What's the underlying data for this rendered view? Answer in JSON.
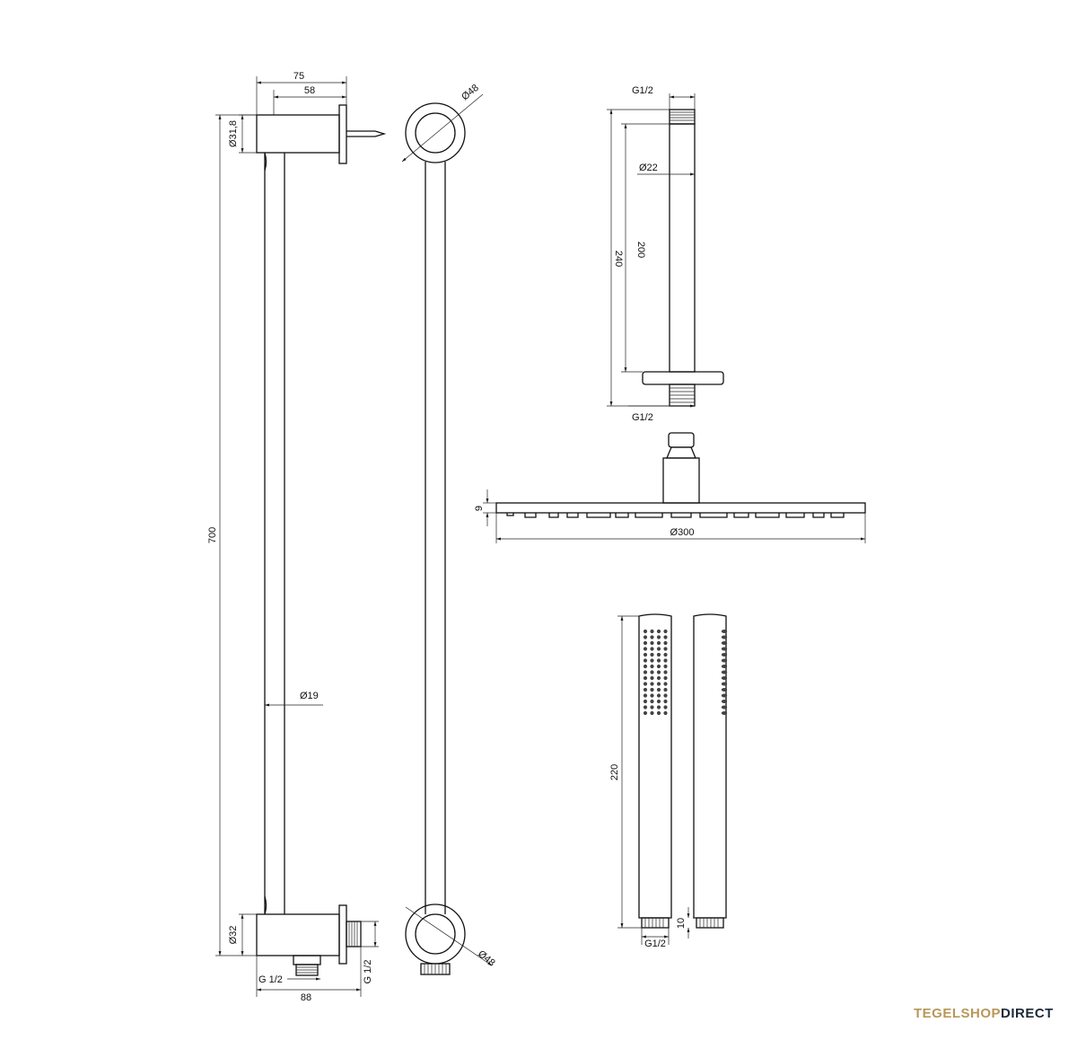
{
  "dims": {
    "d75": "75",
    "d58": "58",
    "d31_8": "Ø31,8",
    "d48_top": "Ø48",
    "d700": "700",
    "d19": "Ø19",
    "d32": "Ø32",
    "g12_bottom": "G 1/2",
    "g12_side": "G 1/2",
    "d88": "88",
    "d48_bottom": "Ø48",
    "g12_arm_top": "G1/2",
    "d22": "Ø22",
    "d200": "200",
    "d240": "240",
    "g12_arm_bottom": "G1/2",
    "d9": "9",
    "d300": "Ø300",
    "d220": "220",
    "d10": "10",
    "g12_hand": "G1/2"
  },
  "brand": {
    "part1": "TEGELSHOP",
    "part2": "DIRECT"
  },
  "colors": {
    "line": "#111111",
    "brand_gold": "#b8975a",
    "brand_dark": "#1d2a3a"
  }
}
